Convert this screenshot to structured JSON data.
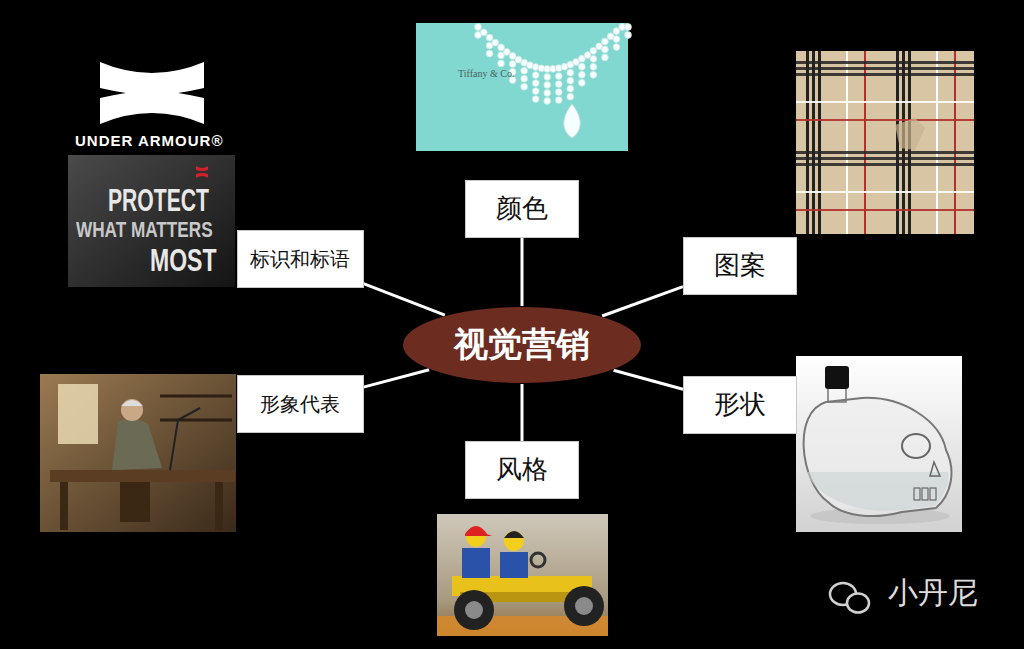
{
  "diagram": {
    "nodes": [
      {
        "text": [
          "颜色"
        ]
      },
      {
        "text": [
          "标识和标语"
        ]
      },
      {
        "text": [
          "图案"
        ]
      },
      {
        "text": [
          "视觉营销"
        ]
      },
      {
        "text": [
          "形象代表"
        ]
      },
      {
        "text": [
          "形状"
        ]
      },
      {
        "text": [
          "风格"
        ]
      }
    ],
    "edges": [
      {
        "from": 3,
        "to": 0,
        "arrow": "none"
      },
      {
        "from": 3,
        "to": 1,
        "arrow": "none"
      },
      {
        "from": 3,
        "to": 2,
        "arrow": "none"
      },
      {
        "from": 3,
        "to": 4,
        "arrow": "none"
      },
      {
        "from": 3,
        "to": 5,
        "arrow": "none"
      },
      {
        "from": 3,
        "to": 6,
        "arrow": "none"
      }
    ],
    "labels": [
      "UNDER ARMOUR®",
      "PROTECT",
      "WHAT MATTERS",
      "MOST",
      "Tiffany & Co.",
      "小丹尼"
    ]
  }
}
